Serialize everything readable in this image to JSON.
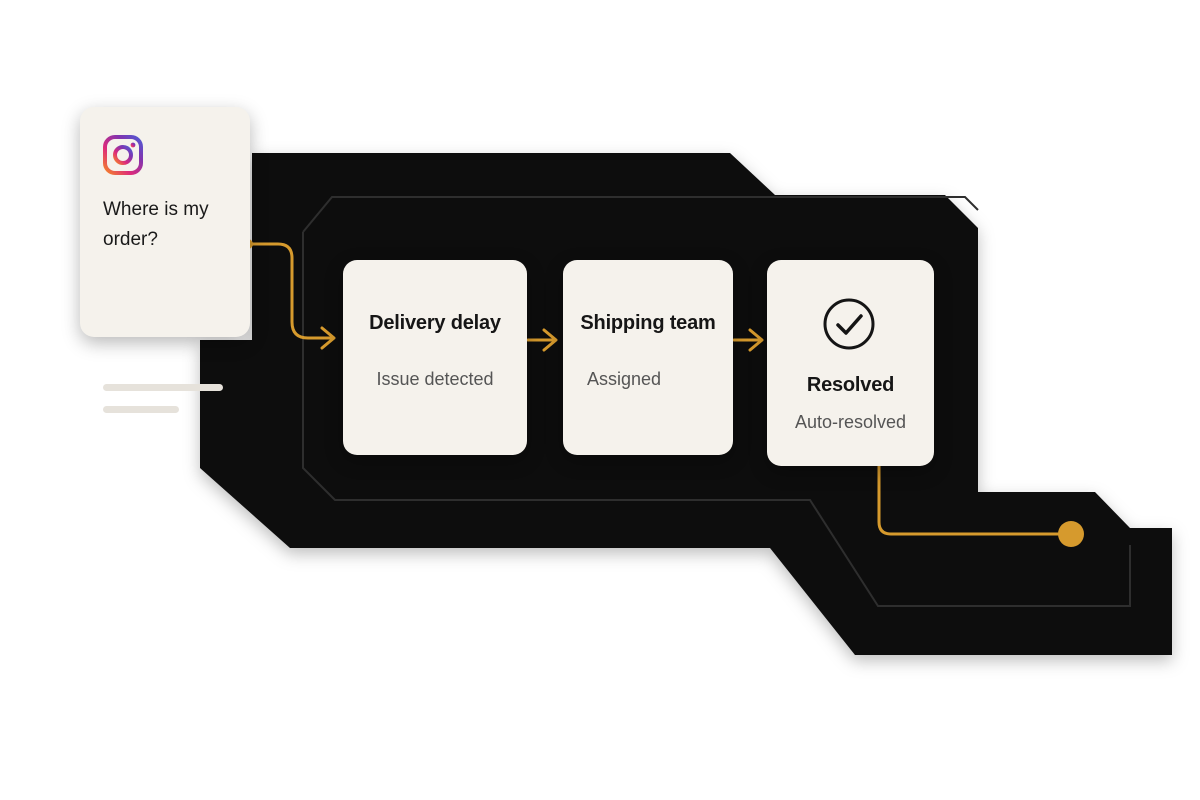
{
  "message": {
    "icon": "instagram-icon",
    "text": "Where is my order?"
  },
  "stages": [
    {
      "title": "Delivery delay",
      "subtitle": "Issue detected"
    },
    {
      "title": "Shipping team",
      "subtitle": "Assigned"
    },
    {
      "title": "Resolved",
      "subtitle": "Auto-resolved",
      "icon": "check-circle-icon"
    }
  ],
  "colors": {
    "panel": "#111111",
    "card": "#f5f2ec",
    "connector": "#d69a2d",
    "instagram_gradient": [
      "#f58529",
      "#dd2a7b",
      "#8134af",
      "#515bd4"
    ]
  }
}
